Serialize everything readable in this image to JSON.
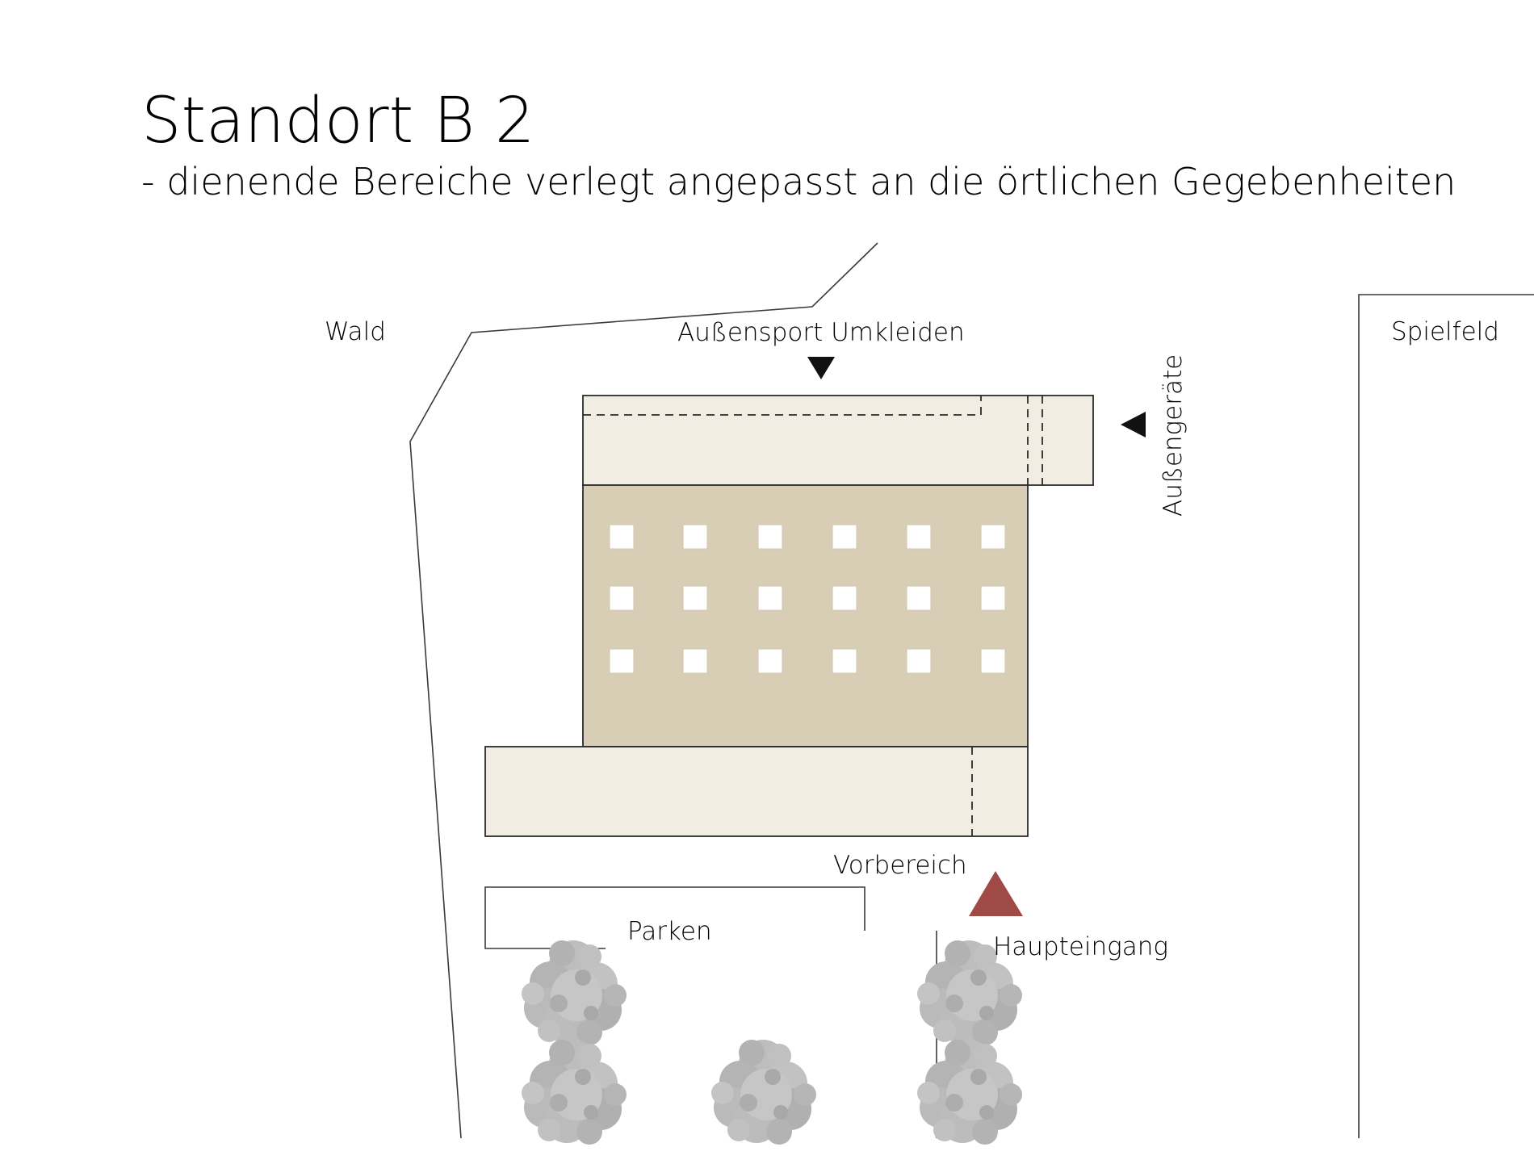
{
  "title": "Standort B 2",
  "subtitle": "- dienende Bereiche verlegt angepasst an die örtlichen Gegebenheiten",
  "labels": {
    "wald": "Wald",
    "aussensport_umkleiden": "Außensport Umkleiden",
    "aussengeraete": "Außengeräte",
    "spielfeld": "Spielfeld",
    "vorbereich": "Vorbereich",
    "parken": "Parken",
    "haupteingang": "Haupteingang"
  },
  "colors": {
    "service_area": "#f1ede2",
    "main_hall": "#d8ceb6",
    "entrance_marker": "#a04a48",
    "trees": "#b9b9b9",
    "lines": "#3a3a3a"
  },
  "icons": {
    "umkleiden_marker": "triangle-down-icon",
    "aussengeraete_marker": "triangle-left-icon",
    "entrance_marker": "triangle-up-icon",
    "tree": "tree-icon"
  }
}
